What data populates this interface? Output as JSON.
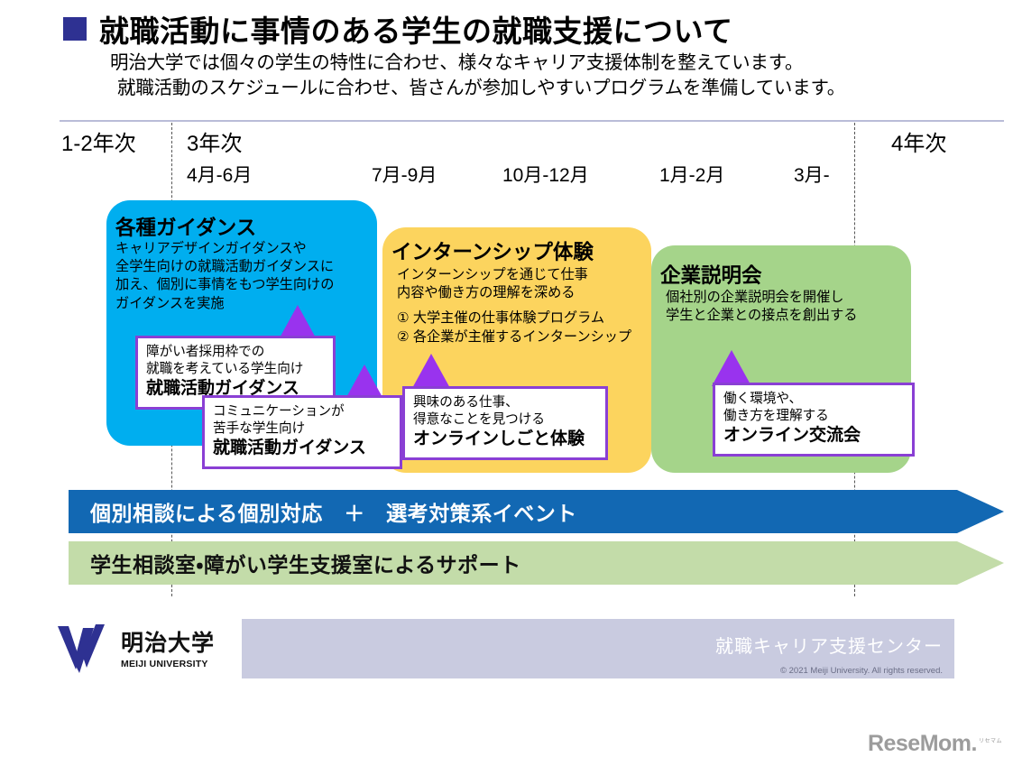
{
  "header": {
    "title": "就職活動に事情のある学生の就職支援について",
    "subtitle_line1": "明治大学では個々の学生の特性に合わせ、様々なキャリア支援体制を整えています。",
    "subtitle_line2": "就職活動のスケジュールに合わせ、皆さんが参加しやすいプログラムを準備しています。"
  },
  "timeline": {
    "years": [
      {
        "label": "1-2年次"
      },
      {
        "label": "3年次"
      },
      {
        "label": "4年次"
      }
    ],
    "months": [
      "4月-6月",
      "7月-9月",
      "10月-12月",
      "1月-2月",
      "3月-"
    ]
  },
  "panels": {
    "guidance": {
      "heading": "各種ガイダンス",
      "body": "キャリアデザインガイダンスや\n全学生向けの就職活動ガイダンスに\n加え、個別に事情をもつ学生向けの\nガイダンスを実施",
      "color": "#00AEEF"
    },
    "internship": {
      "heading": "インターンシップ体験",
      "body": "インターンシップを通じて仕事\n内容や働き方の理解を深める",
      "list": "① 大学主催の仕事体験プログラム\n② 各企業が主催するインターンシップ",
      "color": "#FCD45E"
    },
    "company": {
      "heading": "企業説明会",
      "body": "個社別の企業説明会を開催し\n学生と企業との接点を創出する",
      "color": "#A5D48A"
    }
  },
  "callouts": [
    {
      "line1": "障がい者採用枠での",
      "line2": "就職を考えている学生向け",
      "emphasis": "就職活動ガイダンス"
    },
    {
      "line1": "コミュニケーションが",
      "line2": "苦手な学生向け",
      "emphasis": "就職活動ガイダンス"
    },
    {
      "line1": "興味のある仕事、",
      "line2": "得意なことを見つける",
      "emphasis": "オンラインしごと体験"
    },
    {
      "line1": "働く環境や、",
      "line2": "働き方を理解する",
      "emphasis": "オンライン交流会"
    }
  ],
  "banners": [
    {
      "label": "個別相談による個別対応　＋　選考対策系イベント",
      "color": "#1268B3"
    },
    {
      "label": "学生相談室・障がい学生支援室によるサポート",
      "color": "#C3DCA9"
    }
  ],
  "footer": {
    "logo_jp": "明治大学",
    "logo_en": "MEIJI UNIVERSITY",
    "center_name": "就職キャリア支援センター",
    "copyright": "© 2021 Meiji University. All rights reserved."
  },
  "watermark": {
    "text": "ReseMom.",
    "ruby": "リセマム"
  }
}
